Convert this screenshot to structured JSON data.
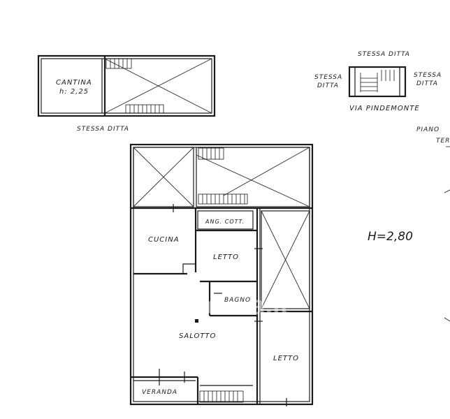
{
  "labels": {
    "cantina": "CANTINA",
    "cantina_height": "h: 2,25",
    "stessa_ditta_cellar": "STESSA DITTA",
    "stessa_ditta_top": "STESSA DITTA",
    "stessa_left_1": "STESSA",
    "stessa_left_2": "DITTA",
    "stessa_right_1": "STESSA",
    "stessa_right_2": "DITTA",
    "street": "VIA PINDEMONTE",
    "piano_1": "PIANO",
    "piano_2": "TER",
    "height": "H=2,80",
    "ang_cott": "ANG. COTT.",
    "cucina": "CUCINA",
    "letto_1": "LETTO",
    "bagno": "BAGNO",
    "salotto": "SALOTTO",
    "letto_2": "LETTO",
    "veranda": "VERANDA"
  },
  "watermark": "casa.it"
}
